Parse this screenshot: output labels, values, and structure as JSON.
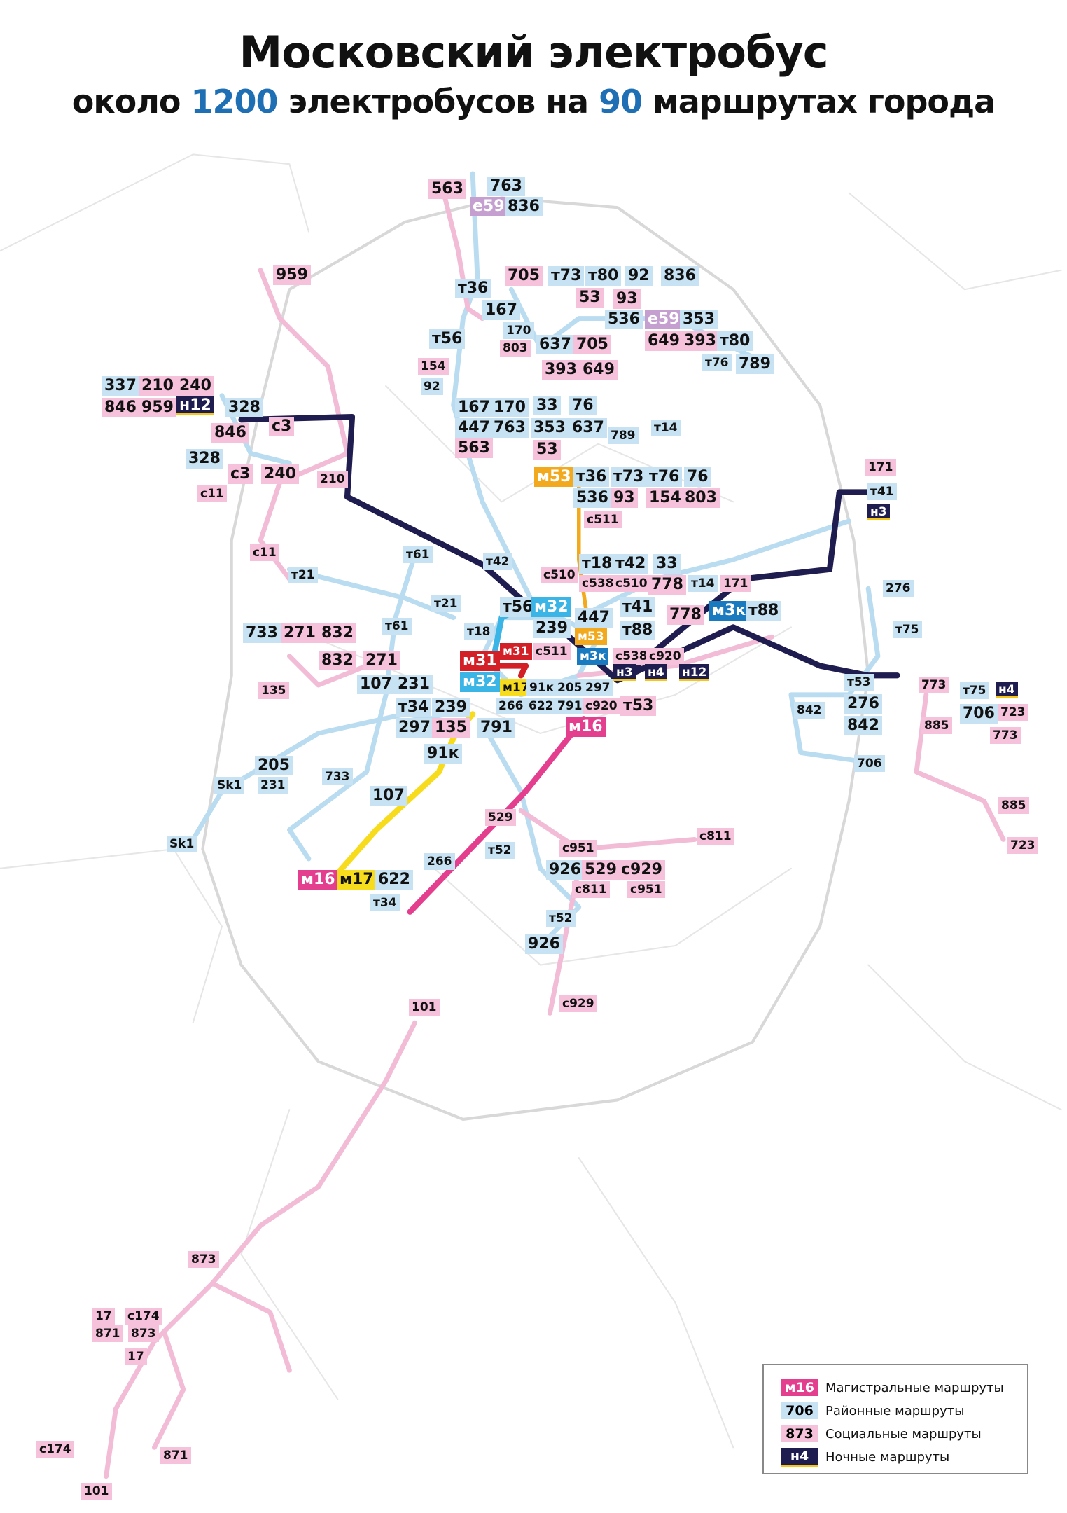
{
  "header": {
    "title": "Московский электробус",
    "subtitle_pre": "около ",
    "subtitle_num1": "1200",
    "subtitle_mid": " электробусов на ",
    "subtitle_num2": "90",
    "subtitle_post": " маршрутах города"
  },
  "colors": {
    "accent": "#1f6fb5",
    "district": "#c6e2f3",
    "social": "#f6c2db",
    "night": "#1f1d4f",
    "m16": "#e43f8e",
    "m17": "#f7dc1d",
    "m31": "#d32027",
    "m32": "#3ab5e6",
    "m3k": "#1a7ac0",
    "m53": "#f2a91d",
    "e59": "#c49fd0"
  },
  "labels": [
    {
      "t": "563",
      "k": "s"
    },
    {
      "t": "763",
      "k": "d"
    },
    {
      "t": "е59",
      "k": "m",
      "c": "#c49fd0"
    },
    {
      "t": "836",
      "k": "d"
    },
    {
      "t": "959",
      "k": "s"
    },
    {
      "t": "т36",
      "k": "d"
    },
    {
      "t": "705",
      "k": "s"
    },
    {
      "t": "т73",
      "k": "d"
    },
    {
      "t": "т80",
      "k": "d"
    },
    {
      "t": "92",
      "k": "d"
    },
    {
      "t": "836",
      "k": "d"
    },
    {
      "t": "53",
      "k": "s"
    },
    {
      "t": "93",
      "k": "s"
    },
    {
      "t": "167",
      "k": "d"
    },
    {
      "t": "т56",
      "k": "d"
    },
    {
      "t": "170",
      "k": "d"
    },
    {
      "t": "803",
      "k": "s"
    },
    {
      "t": "637",
      "k": "d"
    },
    {
      "t": "705",
      "k": "s"
    },
    {
      "t": "536",
      "k": "d"
    },
    {
      "t": "е59",
      "k": "m",
      "c": "#c49fd0"
    },
    {
      "t": "353",
      "k": "d"
    },
    {
      "t": "649",
      "k": "s"
    },
    {
      "t": "393",
      "k": "s"
    },
    {
      "t": "т80",
      "k": "d"
    },
    {
      "t": "154",
      "k": "s"
    },
    {
      "t": "92",
      "k": "d"
    },
    {
      "t": "393",
      "k": "s"
    },
    {
      "t": "649",
      "k": "s"
    },
    {
      "t": "т76",
      "k": "d"
    },
    {
      "t": "789",
      "k": "d"
    },
    {
      "t": "337",
      "k": "d"
    },
    {
      "t": "210",
      "k": "s"
    },
    {
      "t": "240",
      "k": "s"
    },
    {
      "t": "846",
      "k": "s"
    },
    {
      "t": "959",
      "k": "s"
    },
    {
      "t": "н12",
      "k": "n"
    },
    {
      "t": "328",
      "k": "d"
    },
    {
      "t": "846",
      "k": "s"
    },
    {
      "t": "с3",
      "k": "s"
    },
    {
      "t": "167",
      "k": "d"
    },
    {
      "t": "170",
      "k": "d"
    },
    {
      "t": "33",
      "k": "d"
    },
    {
      "t": "76",
      "k": "d"
    },
    {
      "t": "447",
      "k": "d"
    },
    {
      "t": "763",
      "k": "d"
    },
    {
      "t": "353",
      "k": "d"
    },
    {
      "t": "637",
      "k": "d"
    },
    {
      "t": "789",
      "k": "d"
    },
    {
      "t": "т14",
      "k": "d"
    },
    {
      "t": "563",
      "k": "s"
    },
    {
      "t": "53",
      "k": "s"
    },
    {
      "t": "328",
      "k": "d"
    },
    {
      "t": "с3",
      "k": "s"
    },
    {
      "t": "240",
      "k": "s"
    },
    {
      "t": "210",
      "k": "s"
    },
    {
      "t": "с11",
      "k": "s"
    },
    {
      "t": "м53",
      "k": "m",
      "c": "#f2a91d"
    },
    {
      "t": "т36",
      "k": "d"
    },
    {
      "t": "т73",
      "k": "d"
    },
    {
      "t": "т76",
      "k": "d"
    },
    {
      "t": "76",
      "k": "d"
    },
    {
      "t": "536",
      "k": "d"
    },
    {
      "t": "93",
      "k": "s"
    },
    {
      "t": "154",
      "k": "s"
    },
    {
      "t": "803",
      "k": "s"
    },
    {
      "t": "171",
      "k": "s"
    },
    {
      "t": "т41",
      "k": "d"
    },
    {
      "t": "н3",
      "k": "n"
    },
    {
      "t": "с511",
      "k": "s"
    },
    {
      "t": "с11",
      "k": "s"
    },
    {
      "t": "т61",
      "k": "d"
    },
    {
      "t": "т21",
      "k": "d"
    },
    {
      "t": "т42",
      "k": "d"
    },
    {
      "t": "с510",
      "k": "s"
    },
    {
      "t": "т18",
      "k": "d"
    },
    {
      "t": "т42",
      "k": "d"
    },
    {
      "t": "33",
      "k": "d"
    },
    {
      "t": "с538",
      "k": "s"
    },
    {
      "t": "с510",
      "k": "s"
    },
    {
      "t": "778",
      "k": "s"
    },
    {
      "t": "т14",
      "k": "d"
    },
    {
      "t": "171",
      "k": "s"
    },
    {
      "t": "276",
      "k": "d"
    },
    {
      "t": "т21",
      "k": "d"
    },
    {
      "t": "т56",
      "k": "d"
    },
    {
      "t": "м32",
      "k": "m",
      "c": "#3ab5e6"
    },
    {
      "t": "447",
      "k": "d"
    },
    {
      "t": "т41",
      "k": "d"
    },
    {
      "t": "778",
      "k": "s"
    },
    {
      "t": "м3к",
      "k": "m",
      "c": "#1a7ac0"
    },
    {
      "t": "т88",
      "k": "d"
    },
    {
      "t": "т61",
      "k": "d"
    },
    {
      "t": "733",
      "k": "d"
    },
    {
      "t": "271",
      "k": "s"
    },
    {
      "t": "832",
      "k": "s"
    },
    {
      "t": "239",
      "k": "d"
    },
    {
      "t": "т88",
      "k": "d"
    },
    {
      "t": "т75",
      "k": "d"
    },
    {
      "t": "т18",
      "k": "d"
    },
    {
      "t": "м53",
      "k": "m",
      "c": "#f2a91d"
    },
    {
      "t": "м31",
      "k": "m",
      "c": "#d32027"
    },
    {
      "t": "с511",
      "k": "s"
    },
    {
      "t": "м3к",
      "k": "m",
      "c": "#1a7ac0"
    },
    {
      "t": "с538",
      "k": "s"
    },
    {
      "t": "с920",
      "k": "s"
    },
    {
      "t": "832",
      "k": "s"
    },
    {
      "t": "271",
      "k": "s"
    },
    {
      "t": "м31",
      "k": "m",
      "c": "#d32027"
    },
    {
      "t": "н3",
      "k": "n"
    },
    {
      "t": "н4",
      "k": "n"
    },
    {
      "t": "н12",
      "k": "n"
    },
    {
      "t": "107",
      "k": "d"
    },
    {
      "t": "231",
      "k": "d"
    },
    {
      "t": "м32",
      "k": "m",
      "c": "#3ab5e6"
    },
    {
      "t": "м17",
      "k": "m",
      "c": "#f7dc1d"
    },
    {
      "t": "91к",
      "k": "d"
    },
    {
      "t": "205",
      "k": "d"
    },
    {
      "t": "297",
      "k": "d"
    },
    {
      "t": "т53",
      "k": "d"
    },
    {
      "t": "773",
      "k": "s"
    },
    {
      "t": "т75",
      "k": "d"
    },
    {
      "t": "н4",
      "k": "n"
    },
    {
      "t": "135",
      "k": "s"
    },
    {
      "t": "т34",
      "k": "d"
    },
    {
      "t": "239",
      "k": "d"
    },
    {
      "t": "266",
      "k": "d"
    },
    {
      "t": "622",
      "k": "d"
    },
    {
      "t": "791",
      "k": "d"
    },
    {
      "t": "с920",
      "k": "s"
    },
    {
      "t": "т53",
      "k": "s"
    },
    {
      "t": "276",
      "k": "d"
    },
    {
      "t": "706",
      "k": "d"
    },
    {
      "t": "723",
      "k": "s"
    },
    {
      "t": "842",
      "k": "d"
    },
    {
      "t": "297",
      "k": "d"
    },
    {
      "t": "135",
      "k": "s"
    },
    {
      "t": "791",
      "k": "d"
    },
    {
      "t": "м16",
      "k": "m",
      "c": "#e43f8e"
    },
    {
      "t": "842",
      "k": "d"
    },
    {
      "t": "885",
      "k": "s"
    },
    {
      "t": "773",
      "k": "s"
    },
    {
      "t": "91к",
      "k": "d"
    },
    {
      "t": "205",
      "k": "d"
    },
    {
      "t": "733",
      "k": "d"
    },
    {
      "t": "706",
      "k": "d"
    },
    {
      "t": "Sk1",
      "k": "d"
    },
    {
      "t": "231",
      "k": "d"
    },
    {
      "t": "107",
      "k": "d"
    },
    {
      "t": "885",
      "k": "s"
    },
    {
      "t": "529",
      "k": "s"
    },
    {
      "t": "с811",
      "k": "s"
    },
    {
      "t": "Sk1",
      "k": "d"
    },
    {
      "t": "с951",
      "k": "s"
    },
    {
      "t": "т52",
      "k": "d"
    },
    {
      "t": "266",
      "k": "d"
    },
    {
      "t": "926",
      "k": "d"
    },
    {
      "t": "529",
      "k": "s"
    },
    {
      "t": "с929",
      "k": "s"
    },
    {
      "t": "723",
      "k": "s"
    },
    {
      "t": "м16",
      "k": "m",
      "c": "#e43f8e"
    },
    {
      "t": "м17",
      "k": "m",
      "c": "#f7dc1d"
    },
    {
      "t": "622",
      "k": "d"
    },
    {
      "t": "с811",
      "k": "s"
    },
    {
      "t": "с951",
      "k": "s"
    },
    {
      "t": "т34",
      "k": "d"
    },
    {
      "t": "т52",
      "k": "d"
    },
    {
      "t": "926",
      "k": "d"
    },
    {
      "t": "с929",
      "k": "s"
    },
    {
      "t": "101",
      "k": "s"
    },
    {
      "t": "873",
      "k": "s"
    },
    {
      "t": "17",
      "k": "s"
    },
    {
      "t": "с174",
      "k": "s"
    },
    {
      "t": "871",
      "k": "s"
    },
    {
      "t": "873",
      "k": "s"
    },
    {
      "t": "17",
      "k": "s"
    },
    {
      "t": "с174",
      "k": "s"
    },
    {
      "t": "871",
      "k": "s"
    },
    {
      "t": "101",
      "k": "s"
    }
  ],
  "legend": [
    {
      "badge": "м16",
      "text": "Магистральные маршруты",
      "k": "m",
      "c": "#e43f8e"
    },
    {
      "badge": "706",
      "text": "Районные маршруты",
      "k": "d"
    },
    {
      "badge": "873",
      "text": "Социальные маршруты",
      "k": "s"
    },
    {
      "badge": "н4",
      "text": "Ночные маршруты",
      "k": "n"
    }
  ]
}
